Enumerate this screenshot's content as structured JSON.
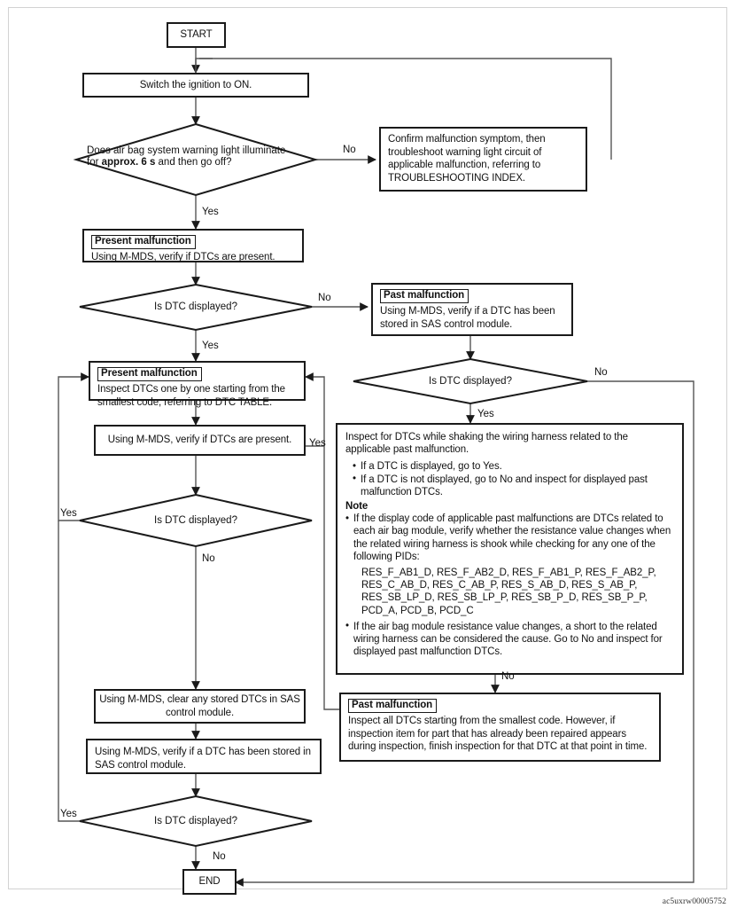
{
  "diagram": {
    "type": "flowchart",
    "title": "Air bag system DTC inspection flow",
    "image_code": "ac5uxrw00005752",
    "nodes": {
      "start": {
        "label": "START"
      },
      "end": {
        "label": "END"
      },
      "ignition": {
        "text": "Switch the ignition to ON."
      },
      "warning_light_q": {
        "line1": "Does air bag system warning light illuminate",
        "line2_pre": "for ",
        "line2_bold": "approx. 6 s",
        "line2_post": " and then go off?"
      },
      "confirm_malfunction": {
        "text": "Confirm malfunction symptom, then troubleshoot warning light circuit of applicable malfunction, referring to TROUBLESHOOTING INDEX."
      },
      "present_verify": {
        "tag": "Present malfunction",
        "text": "Using M-MDS, verify if DTCs are present."
      },
      "dtc_displayed_q1": {
        "label": "Is DTC displayed?"
      },
      "past_verify": {
        "tag": "Past malfunction",
        "text": "Using M-MDS, verify if a DTC has been stored in SAS control module."
      },
      "dtc_displayed_q2": {
        "label": "Is DTC displayed?"
      },
      "present_inspect": {
        "tag": "Present malfunction",
        "text": "Inspect DTCs one by one starting from the smallest code, referring to DTC TABLE."
      },
      "verify_present": {
        "text": "Using M-MDS, verify if DTCs are present."
      },
      "dtc_displayed_q3": {
        "label": "Is DTC displayed?"
      },
      "shake_harness": {
        "intro": "Inspect for DTCs while shaking the wiring harness related to the applicable past malfunction.",
        "bullets": [
          "If a DTC is displayed, go to Yes.",
          "If a DTC is not displayed, go to No and inspect for displayed past malfunction DTCs."
        ],
        "note_head": "Note",
        "note_bullets": [
          "If the display code of applicable past malfunctions are DTCs related to each air bag module, verify whether the resistance value changes when the related wiring harness is shook while checking for any one of the following PIDs:",
          "If the air bag module resistance value changes, a short to the related wiring harness can be considered the cause. Go to No and inspect for displayed past malfunction DTCs."
        ],
        "pids": "RES_F_AB1_D, RES_F_AB2_D, RES_F_AB1_P, RES_F_AB2_P,\nRES_C_AB_D, RES_C_AB_P, RES_S_AB_D, RES_S_AB_P,\nRES_SB_LP_D, RES_SB_LP_P, RES_SB_P_D, RES_SB_P_P,\nPCD_A, PCD_B, PCD_C"
      },
      "clear_dtcs": {
        "text": "Using M-MDS, clear any stored DTCs in SAS control module."
      },
      "verify_stored": {
        "text": "Using M-MDS, verify if a DTC has been stored in SAS control module."
      },
      "dtc_displayed_q4": {
        "label": "Is DTC displayed?"
      },
      "past_inspect": {
        "tag": "Past malfunction",
        "text": "Inspect all DTCs starting from the smallest code.\nHowever, if inspection item for part that has already been repaired appears during inspection, finish inspection for that DTC at that point in time."
      }
    },
    "edge_labels": {
      "warn_no": "No",
      "warn_yes": "Yes",
      "q1_no": "No",
      "q1_yes": "Yes",
      "q2_no": "No",
      "q2_yes": "Yes",
      "q3_no": "No",
      "q3_yes": "Yes",
      "shake_no": "No",
      "q4_no": "No",
      "q4_yes": "Yes"
    },
    "colors": {
      "line": "#1a1a1a",
      "connector": "#555555",
      "frame": "#d2d2d2",
      "background": "#ffffff"
    }
  }
}
